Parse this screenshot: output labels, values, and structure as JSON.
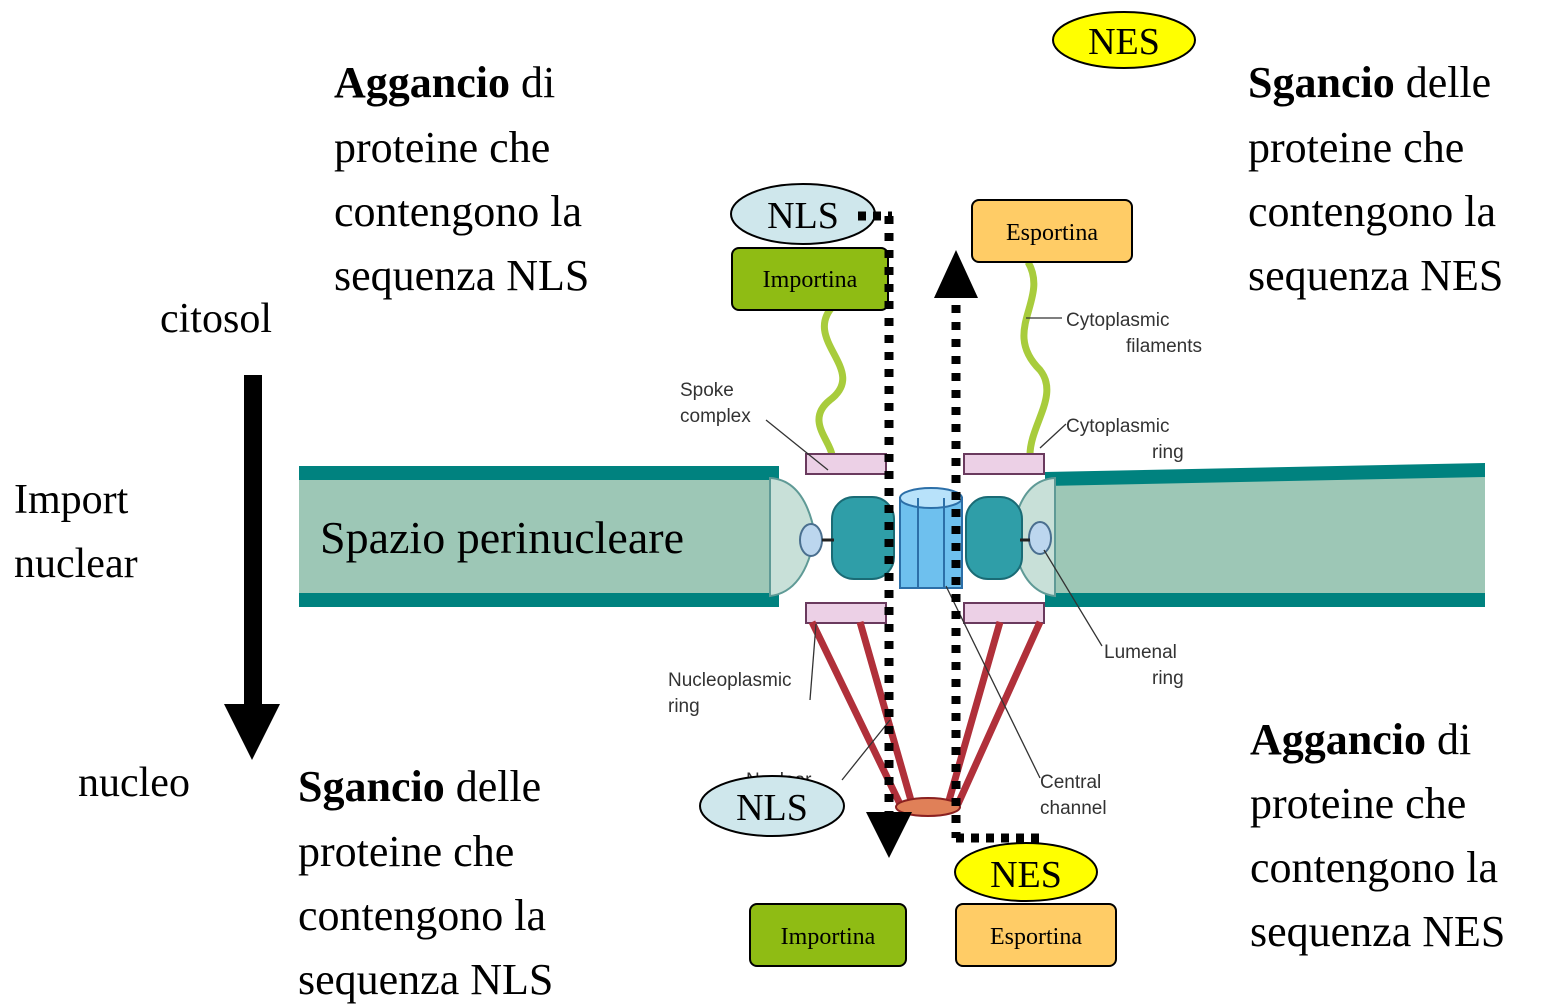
{
  "side_labels": {
    "citosol": "citosol",
    "import_line1": "Import",
    "import_line2": "nuclear",
    "nucleo": "nucleo"
  },
  "membrane_label": "Spazio perinucleare",
  "blocks": {
    "top_left": {
      "bold": "Aggancio",
      "rest": " di",
      "lines": [
        "proteine che",
        "contengono la",
        "sequenza NLS"
      ]
    },
    "top_right": {
      "bold": "Sgancio",
      "rest": " delle",
      "lines": [
        "proteine che",
        "contengono la",
        "sequenza NES"
      ]
    },
    "bottom_left": {
      "bold": "Sgancio",
      "rest": " delle",
      "lines": [
        "proteine che",
        "contengono la",
        "sequenza NLS"
      ]
    },
    "bottom_right": {
      "bold": "Aggancio",
      "rest": " di",
      "lines": [
        "proteine che",
        "contengono la",
        "sequenza NES"
      ]
    }
  },
  "signals": {
    "nes_top": "NES",
    "nls_top": "NLS",
    "nls_bottom": "NLS",
    "nes_bottom": "NES"
  },
  "carriers": {
    "importina_top": "Importina",
    "esportina_top": "Esportina",
    "importina_bottom": "Importina",
    "esportina_bottom": "Esportina"
  },
  "pore_labels": {
    "cytoplasmic_filaments": [
      "Cytoplasmic",
      "filaments"
    ],
    "spoke_complex": [
      "Spoke",
      "complex"
    ],
    "cytoplasmic_ring": [
      "Cytoplasmic",
      "ring"
    ],
    "lumenal_ring": [
      "Lumenal",
      "ring"
    ],
    "nucleoplasmic_ring": [
      "Nucleoplasmic",
      "ring"
    ],
    "nuclear_basket": "Nuclear",
    "central_channel": [
      "Central",
      "channel"
    ]
  },
  "colors": {
    "membrane_fill": "#9dc7b6",
    "membrane_edge": "#00827f",
    "nls_fill": "#cfe7ec",
    "nes_fill": "#ffff00",
    "importina_fill": "#8fbc14",
    "esportina_fill": "#ffcc66",
    "filament": "#a8cc3c",
    "basket": "#b0303a",
    "ring_fill": "#ecd0e6"
  }
}
